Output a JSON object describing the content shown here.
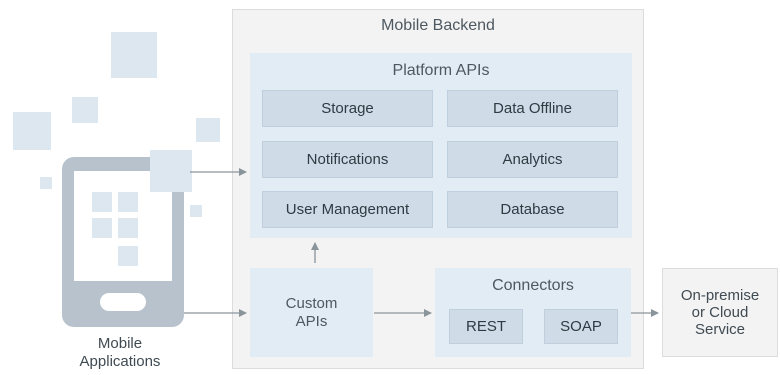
{
  "mobile_backend": {
    "title": "Mobile Backend"
  },
  "platform_apis": {
    "title": "Platform APIs",
    "items": [
      {
        "label": "Storage"
      },
      {
        "label": "Data Offline"
      },
      {
        "label": "Notifications"
      },
      {
        "label": "Analytics"
      },
      {
        "label": "User Management"
      },
      {
        "label": "Database"
      }
    ]
  },
  "custom_apis": {
    "line1": "Custom",
    "line2": "APIs"
  },
  "connectors": {
    "title": "Connectors",
    "items": [
      {
        "label": "REST"
      },
      {
        "label": "SOAP"
      }
    ]
  },
  "external_service": {
    "line1": "On-premise",
    "line2": "or Cloud",
    "line3": "Service"
  },
  "mobile_applications": {
    "line1": "Mobile",
    "line2": "Applications"
  },
  "colors": {
    "arrow": "#8a949b",
    "phone_body": "#b7c2cc",
    "tile": "#dce7f0",
    "panel": "#e2ecf5",
    "box": "#cfdbe6"
  }
}
